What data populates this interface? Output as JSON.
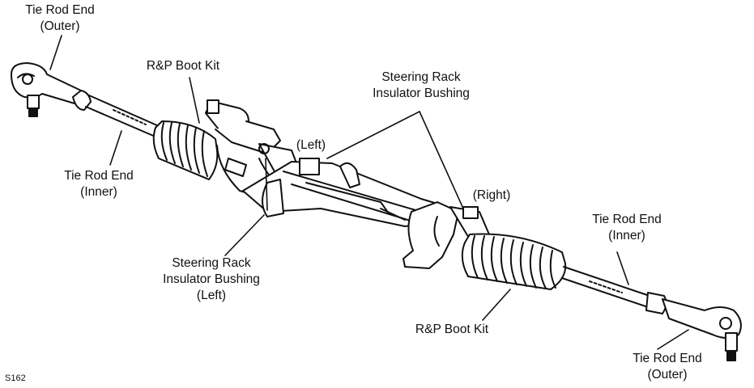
{
  "labels": {
    "tie_rod_outer_left": [
      "Tie Rod End",
      "(Outer)"
    ],
    "rp_boot_kit_top": [
      "R&P Boot Kit"
    ],
    "steering_rack_bushing_top": [
      "Steering Rack",
      "Insulator Bushing"
    ],
    "left_tag": [
      "(Left)"
    ],
    "right_tag": [
      "(Right)"
    ],
    "tie_rod_inner_left": [
      "Tie Rod End",
      "(Inner)"
    ],
    "tie_rod_inner_right": [
      "Tie Rod End",
      "(Inner)"
    ],
    "steering_rack_bushing_left": [
      "Steering Rack",
      "Insulator Bushing",
      "(Left)"
    ],
    "rp_boot_kit_bottom": [
      "R&P Boot Kit"
    ],
    "tie_rod_outer_right": [
      "Tie Rod End",
      "(Outer)"
    ]
  },
  "figure_code": "S162",
  "colors": {
    "line": "#111111",
    "background": "#ffffff",
    "shade": "#cfcfcf"
  }
}
